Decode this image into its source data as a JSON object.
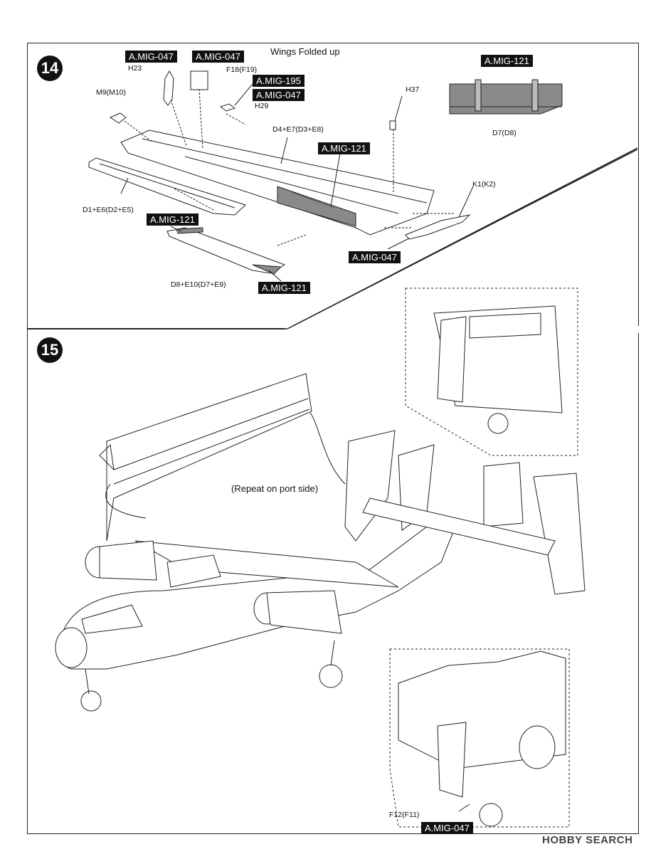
{
  "steps": {
    "s14": "14",
    "s15": "15"
  },
  "step14": {
    "title": "Wings Folded up",
    "labels": {
      "h23": "H23",
      "f18": "F18(F19)",
      "m9": "M9(M10)",
      "h29": "H29",
      "h37": "H37",
      "d4": "D4+E7(D3+E8)",
      "d7": "D7(D8)",
      "d1": "D1+E6(D2+E5)",
      "k1": "K1(K2)",
      "d8": "D8+E10(D7+E9)"
    },
    "paint_tags": {
      "t1": "A.MIG-047",
      "t2": "A.MIG-047",
      "t3": "A.MIG-195",
      "t4": "A.MIG-047",
      "t5": "A.MIG-121",
      "t6": "A.MIG-121",
      "t7": "A.MIG-121",
      "t8": "A.MIG-047",
      "t9": "A.MIG-121"
    }
  },
  "step15": {
    "note": "(Repeat on port side)",
    "f12": "F12(F11)",
    "tag": "A.MIG-047"
  },
  "watermark": "HOBBY SEARCH",
  "colors": {
    "tag_bg": "#111111",
    "paint_grey": "#8a8a8a"
  }
}
